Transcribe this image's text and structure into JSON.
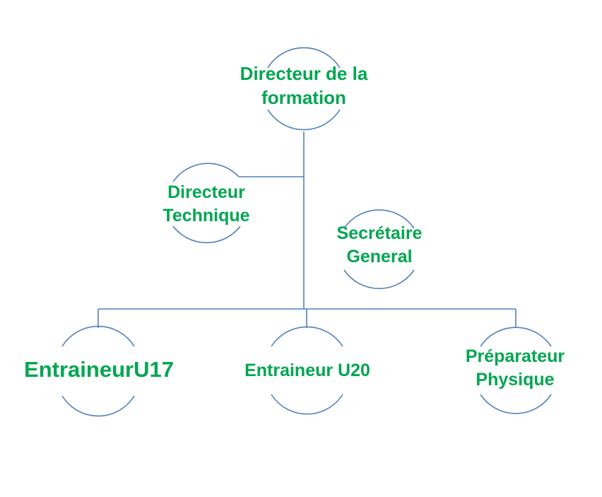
{
  "colors": {
    "text": "#00a650",
    "stroke": "#4f81bd"
  },
  "nodes": {
    "directeur_formation": {
      "line1": "Directeur de la",
      "line2": "formation"
    },
    "directeur_technique": {
      "line1": "Directeur",
      "line2": "Technique"
    },
    "secretaire_general": {
      "line1": "Secrétaire",
      "line2": "General"
    },
    "entraineur_u17": {
      "line1": "EntraineurU17"
    },
    "entraineur_u20": {
      "line1": "Entraineur U20"
    },
    "preparateur_physique": {
      "line1": "Préparateur",
      "line2": "Physique"
    }
  }
}
